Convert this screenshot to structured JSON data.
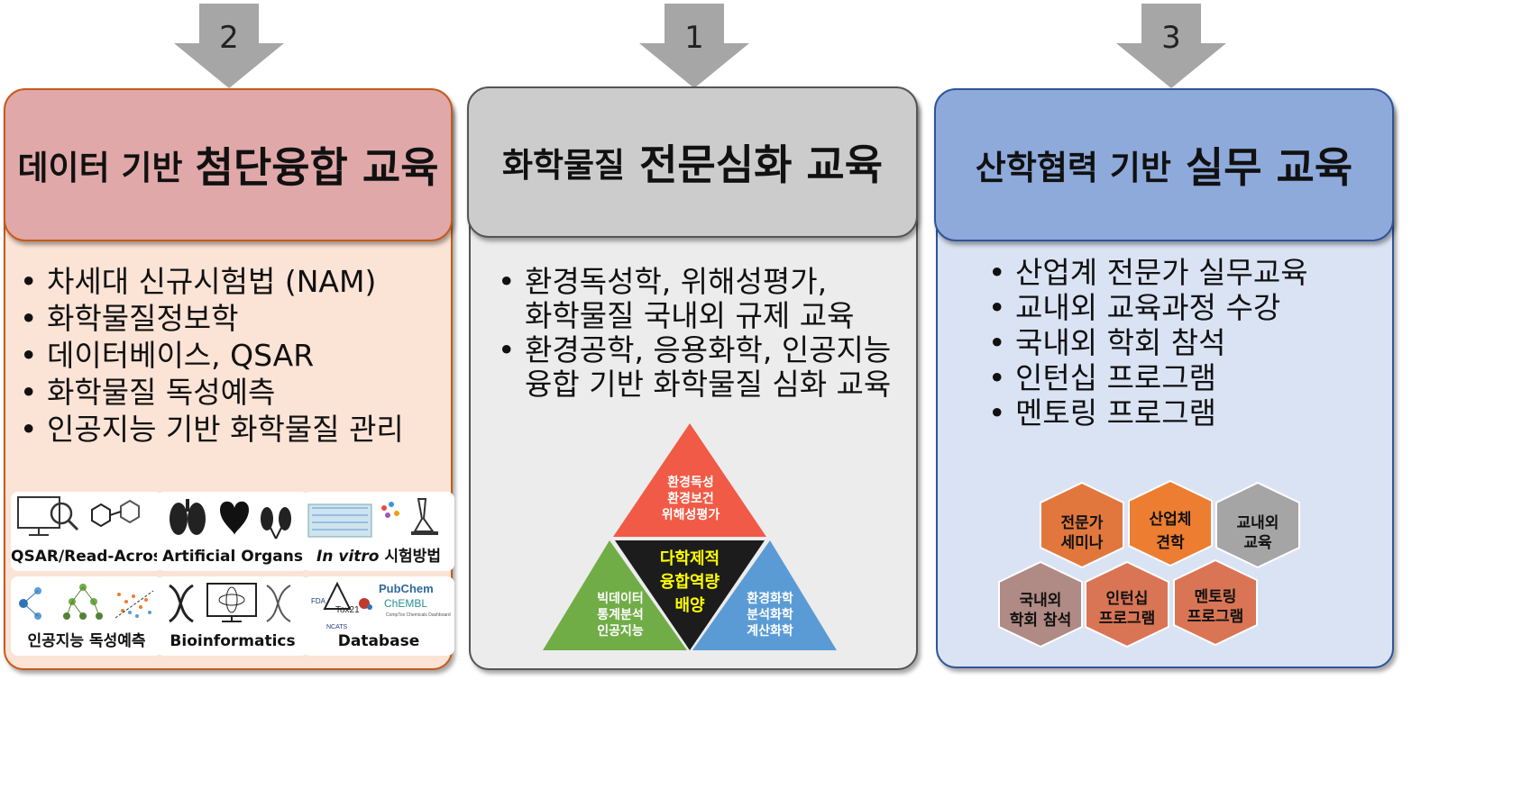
{
  "arrows": {
    "left": "2",
    "middle": "1",
    "right": "3"
  },
  "left": {
    "title_small": "데이터 기반",
    "title_big": "첨단융합 교육",
    "bullets": [
      "차세대 신규시험법 (NAM)",
      "화학물질정보학",
      "데이터베이스, QSAR",
      "화학물질 독성예측",
      "인공지능 기반 화학물질 관리"
    ],
    "tiles": {
      "qsar": "QSAR/Read-Across",
      "organs": "Artificial Organs",
      "invitro_italic": "In vitro",
      "invitro_rest": " 시험방법",
      "ai": "인공지능 독성예측",
      "bio": "Bioinformatics",
      "db": "Database"
    },
    "db_logos": {
      "pubchem": "PubChem",
      "chembl": "ChEMBL",
      "comptox": "CompTox Chemicals Dashboard",
      "tox21": "Tox21",
      "fda": "FDA",
      "ncats": "NCATS"
    }
  },
  "middle": {
    "title_small": "화학물질",
    "title_big": "전문심화 교육",
    "bullets": [
      [
        "환경독성학, 위해성평가,",
        "화학물질 국내외 규제 교육"
      ],
      [
        "환경공학, 응용화학, 인공지능",
        "융합 기반 화학물질 심화 교육"
      ]
    ],
    "triangle": {
      "top": [
        "환경독성",
        "환경보건",
        "위해성평가"
      ],
      "left": [
        "빅데이터",
        "통계분석",
        "인공지능"
      ],
      "right": [
        "환경화학",
        "분석화학",
        "계산화학"
      ],
      "center": [
        "다학제적",
        "융합역량",
        "배양"
      ]
    }
  },
  "right": {
    "title_small": "산학협력 기반",
    "title_big": "실무 교육",
    "bullets": [
      "산업계 전문가 실무교육",
      "교내외 교육과정 수강",
      "국내외 학회 참석",
      "인턴십 프로그램",
      "멘토링 프로그램"
    ],
    "hexes": {
      "seminar": [
        "전문가",
        "세미나"
      ],
      "visit": [
        "산업체",
        "견학"
      ],
      "edu": [
        "교내외",
        "교육"
      ],
      "conf": [
        "국내외",
        "학회 참석"
      ],
      "intern": [
        "인턴십",
        "프로그램"
      ],
      "mentor": [
        "멘토링",
        "프로그램"
      ]
    }
  },
  "colors": {
    "left_head": "#e0a8a8",
    "left_body": "#fbe3d6",
    "left_border": "#c65a1a",
    "mid_head": "#cccccc",
    "mid_body": "#ececec",
    "mid_border": "#555555",
    "right_head": "#8eaadb",
    "right_body": "#dae3f3",
    "right_border": "#2f5597",
    "tri_top": "#f05a46",
    "tri_left": "#70ad47",
    "tri_right": "#5b9bd5",
    "tri_center": "#1c1c1c",
    "tri_center_text": "#ffff00",
    "hex_orange": "#e2773e",
    "hex_bright": "#ed7d31",
    "hex_gray": "#a5a5a5",
    "hex_mauve": "#b08a84",
    "hex_salmon": "#d97555"
  }
}
